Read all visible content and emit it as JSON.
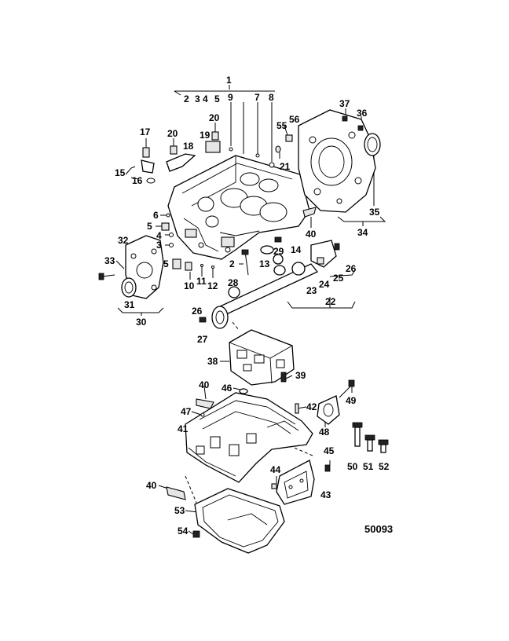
{
  "figure_number": "50093",
  "callouts": [
    {
      "id": "1",
      "text": "1"
    },
    {
      "id": "2a",
      "text": "2"
    },
    {
      "id": "3a",
      "text": "3"
    },
    {
      "id": "4a",
      "text": "4"
    },
    {
      "id": "5a",
      "text": "5"
    },
    {
      "id": "9",
      "text": "9"
    },
    {
      "id": "7",
      "text": "7"
    },
    {
      "id": "8",
      "text": "8"
    },
    {
      "id": "20a",
      "text": "20"
    },
    {
      "id": "17",
      "text": "17"
    },
    {
      "id": "20b",
      "text": "20"
    },
    {
      "id": "19",
      "text": "19"
    },
    {
      "id": "18",
      "text": "18"
    },
    {
      "id": "15",
      "text": "15"
    },
    {
      "id": "16",
      "text": "16"
    },
    {
      "id": "55",
      "text": "55"
    },
    {
      "id": "56",
      "text": "56"
    },
    {
      "id": "21",
      "text": "21"
    },
    {
      "id": "37",
      "text": "37"
    },
    {
      "id": "36",
      "text": "36"
    },
    {
      "id": "35",
      "text": "35"
    },
    {
      "id": "34",
      "text": "34"
    },
    {
      "id": "6",
      "text": "6"
    },
    {
      "id": "5b",
      "text": "5"
    },
    {
      "id": "4b",
      "text": "4"
    },
    {
      "id": "3b",
      "text": "3"
    },
    {
      "id": "40a",
      "text": "40"
    },
    {
      "id": "32",
      "text": "32"
    },
    {
      "id": "33",
      "text": "33"
    },
    {
      "id": "5c",
      "text": "5"
    },
    {
      "id": "2b",
      "text": "2"
    },
    {
      "id": "13",
      "text": "13"
    },
    {
      "id": "29",
      "text": "29"
    },
    {
      "id": "14",
      "text": "14"
    },
    {
      "id": "26a",
      "text": "26"
    },
    {
      "id": "25",
      "text": "25"
    },
    {
      "id": "24",
      "text": "24"
    },
    {
      "id": "23",
      "text": "23"
    },
    {
      "id": "22",
      "text": "22"
    },
    {
      "id": "10",
      "text": "10"
    },
    {
      "id": "11",
      "text": "11"
    },
    {
      "id": "12",
      "text": "12"
    },
    {
      "id": "28",
      "text": "28"
    },
    {
      "id": "31",
      "text": "31"
    },
    {
      "id": "30",
      "text": "30"
    },
    {
      "id": "26b",
      "text": "26"
    },
    {
      "id": "27",
      "text": "27"
    },
    {
      "id": "38",
      "text": "38"
    },
    {
      "id": "39",
      "text": "39"
    },
    {
      "id": "40b",
      "text": "40"
    },
    {
      "id": "46",
      "text": "46"
    },
    {
      "id": "49",
      "text": "49"
    },
    {
      "id": "47",
      "text": "47"
    },
    {
      "id": "42",
      "text": "42"
    },
    {
      "id": "41",
      "text": "41"
    },
    {
      "id": "48",
      "text": "48"
    },
    {
      "id": "45",
      "text": "45"
    },
    {
      "id": "50",
      "text": "50"
    },
    {
      "id": "51",
      "text": "51"
    },
    {
      "id": "52",
      "text": "52"
    },
    {
      "id": "44",
      "text": "44"
    },
    {
      "id": "43",
      "text": "43"
    },
    {
      "id": "40c",
      "text": "40"
    },
    {
      "id": "53",
      "text": "53"
    },
    {
      "id": "54",
      "text": "54"
    }
  ]
}
